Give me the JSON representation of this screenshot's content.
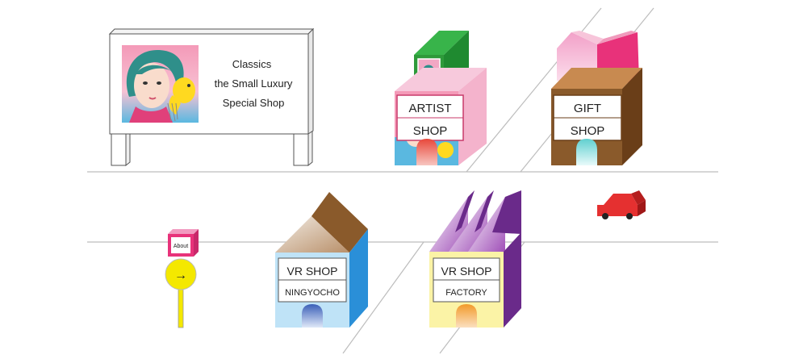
{
  "billboard": {
    "line1": "Classics",
    "line2": "the Small Luxury",
    "line3": "Special Shop"
  },
  "shops": {
    "artist": {
      "line1": "ARTIST",
      "line2": "SHOP"
    },
    "gift": {
      "line1": "GIFT",
      "line2": "SHOP"
    },
    "vr_ningyocho": {
      "line1": "VR SHOP",
      "line2": "NINGYOCHO"
    },
    "vr_factory": {
      "line1": "VR SHOP",
      "line2": "FACTORY"
    }
  },
  "about_sign": {
    "label": "About",
    "arrow": "→"
  },
  "icons": [
    "portrait-illustration",
    "car-icon",
    "arrow-right-icon"
  ],
  "colors": {
    "magenta": "#e8327a",
    "pink": "#f2a7c4",
    "green": "#2e9a3a",
    "brown": "#8a5a2b",
    "yellow": "#f4e800",
    "purple": "#6a2a8a",
    "blue": "#2a8fd8",
    "red": "#e53030"
  }
}
